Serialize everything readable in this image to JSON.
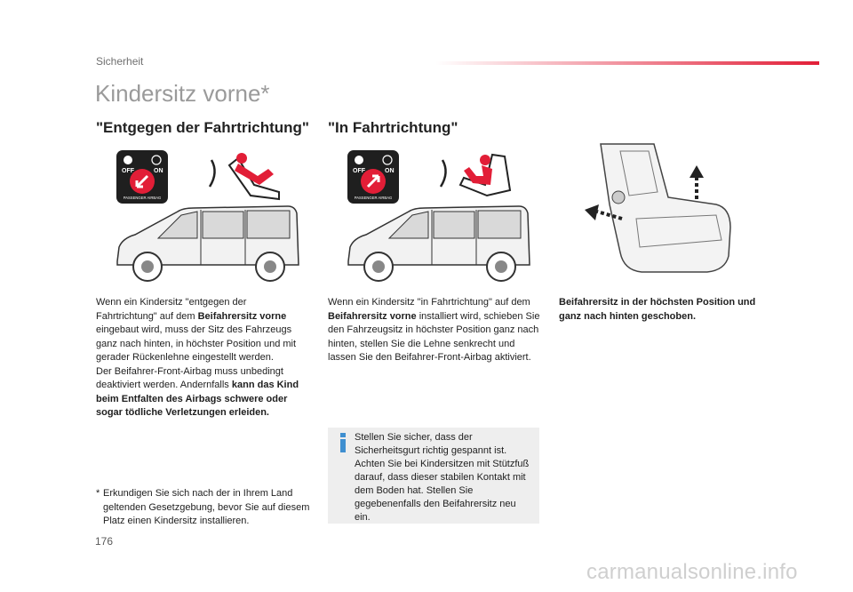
{
  "header": {
    "section": "Sicherheit",
    "title": "Kindersitz vorne*",
    "accent_color": "#e21e37"
  },
  "columns": {
    "left_heading": "\"Entgegen der Fahrtrichtung\"",
    "right_heading": "\"In Fahrtrichtung\""
  },
  "airbag_label": {
    "off": "OFF",
    "on": "ON",
    "passenger_airbag": "PASSENGER AIRBAG"
  },
  "text_left": {
    "t1": "Wenn ein Kindersitz \"entgegen der Fahrtrichtung\" auf dem ",
    "b1": "Beifahrersitz vorne",
    "t2": " eingebaut wird, muss der Sitz des Fahrzeugs ganz nach hinten, in höchster Position und mit gerader Rückenlehne eingestellt werden.",
    "t3": "Der Beifahrer-Front-Airbag muss unbedingt deaktiviert werden. Andernfalls ",
    "b2": "kann das Kind beim Entfalten des Airbags schwere oder sogar tödliche Verletzungen erleiden."
  },
  "text_right": {
    "t1": "Wenn ein Kindersitz \"in Fahrtrichtung\" auf dem ",
    "b1": "Beifahrersitz vorne",
    "t2": " installiert wird, schieben Sie den Fahrzeugsitz in höchster Position ganz nach hinten, stellen Sie die Lehne senkrecht und lassen Sie den Beifahrer-Front-Airbag aktiviert."
  },
  "seat_caption": "Beifahrersitz in der höchsten Position und ganz nach hinten geschoben.",
  "footnote": {
    "marker": "*",
    "text": "Erkundigen Sie sich nach der in Ihrem Land geltenden Gesetzgebung, bevor Sie auf diesem Platz einen Kindersitz installieren."
  },
  "info": {
    "icon": "info-icon",
    "text": "Stellen Sie sicher, dass der Sicherheitsgurt richtig gespannt ist. Achten Sie bei Kindersitzen mit Stützfuß darauf, dass dieser stabilen Kontakt mit dem Boden hat. Stellen Sie gegebenenfalls den Beifahrersitz neu ein."
  },
  "page_number": "176",
  "watermark": "carmanualsonline.info"
}
